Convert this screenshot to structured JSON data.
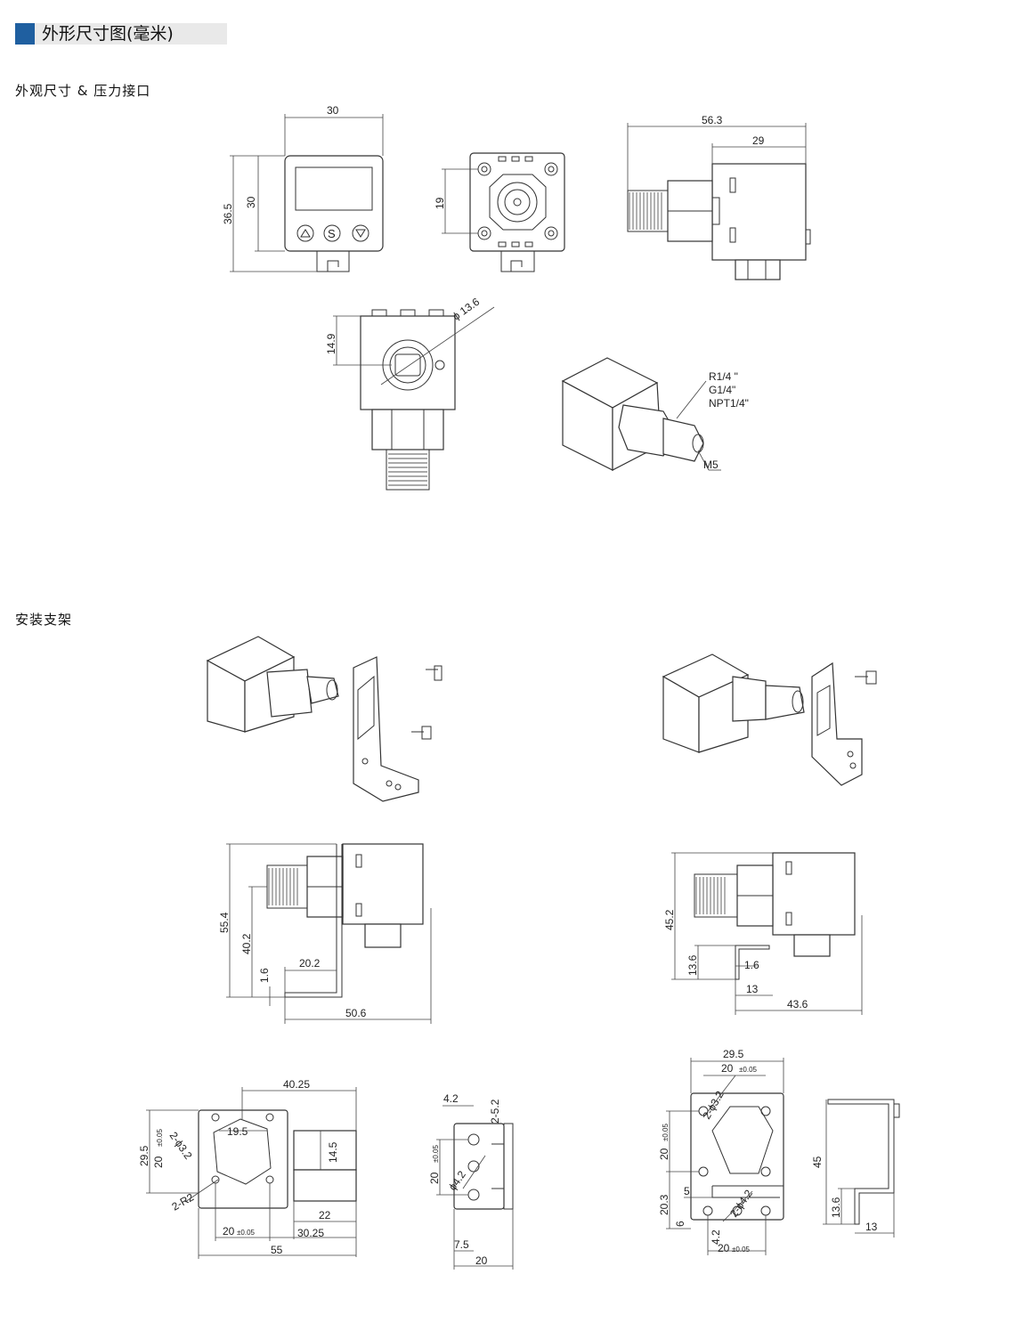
{
  "header": {
    "title": "外形尺寸图(毫米)",
    "accent": "#1f5fa0",
    "bar_bg": "#e9e9e9"
  },
  "sections": {
    "dimensions": "外观尺寸 & 压力接口",
    "bracket": "安装支架"
  },
  "front_view": {
    "width": "30",
    "height_total": "36.5",
    "height_body": "30",
    "button_s": "S"
  },
  "back_view": {
    "port_spacing": "19"
  },
  "side_view": {
    "length_total": "56.3",
    "body_length": "29"
  },
  "bottom_view": {
    "height": "14.9",
    "diameter": "ϕ 13.6"
  },
  "iso_view": {
    "thread_1": "R1/4 \"",
    "thread_2": "G1/4\"",
    "thread_3": "NPT1/4\"",
    "port": "M5"
  },
  "bracket_a_side": {
    "h1": "55.4",
    "h2": "40.2",
    "w1": "20.2",
    "t": "1.6",
    "w2": "50.6"
  },
  "bracket_b_side": {
    "h1": "45.2",
    "h2": "13.6",
    "t": "1.6",
    "w1": "13",
    "w2": "43.6"
  },
  "bracket_a_plan": {
    "w_top": "40.25",
    "h_outer": "29.5",
    "h_inner": "20",
    "tol": "±0.05",
    "hex": "19.5",
    "hole": "2-ϕ3.2",
    "radius": "2-R2",
    "slot_h": "14.5",
    "d1": "22",
    "d2": "20",
    "d3": "30.25",
    "w_total": "55"
  },
  "bracket_a_end": {
    "w1": "4.2",
    "w2": "2-5.2",
    "h": "20",
    "tol": "±0.05",
    "hole": "ϕ4.2",
    "d": "7.5",
    "w_total": "20"
  },
  "bracket_b_plan": {
    "w_top": "29.5",
    "w_inner": "20",
    "tol": "±0.05",
    "hole": "2-ϕ3.2",
    "h_inner": "20",
    "h2": "20.3",
    "d5": "5",
    "d6": "6",
    "hole2": "2-ϕ4.2",
    "d42": "4.2",
    "w_bottom": "20"
  },
  "bracket_b_side2": {
    "h": "45",
    "h2": "13.6",
    "w": "13"
  }
}
